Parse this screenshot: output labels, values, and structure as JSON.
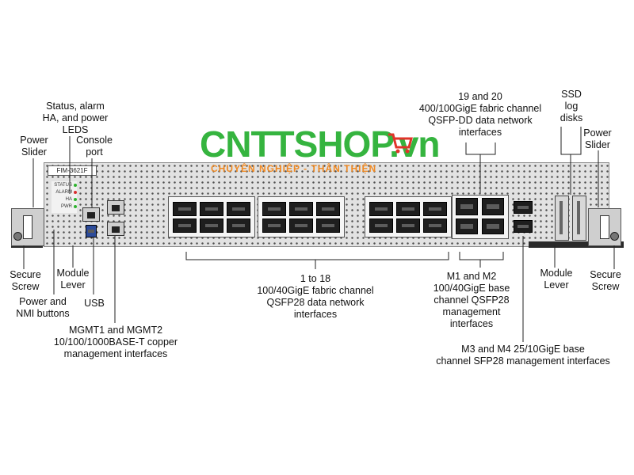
{
  "watermark": {
    "main": "CNTTSHOP.vn",
    "sub": "CHUYÊN NGHIỆP - THÂN THIỆN",
    "main_color": "#35b43f",
    "sub_color": "#f08a24"
  },
  "panel": {
    "model_label": "FIM-3621F"
  },
  "callouts": {
    "status_leds": [
      "Status, alarm",
      "HA, and power",
      "LEDS"
    ],
    "power_slider_left": [
      "Power",
      "Slider"
    ],
    "console_port": [
      "Console",
      "port"
    ],
    "fabric_19_20": [
      "19 and 20",
      "400/100GigE fabric channel",
      "QSFP-DD data network",
      "interfaces"
    ],
    "ssd": [
      "SSD",
      "log",
      "disks"
    ],
    "power_slider_right": [
      "Power",
      "Slider"
    ],
    "secure_screw_left": [
      "Secure",
      "Screw"
    ],
    "module_lever_left": [
      "Module",
      "Lever"
    ],
    "power_nmi": [
      "Power and",
      "NMI buttons"
    ],
    "usb": [
      "USB"
    ],
    "mgmt": [
      "MGMT1 and MGMT2",
      "10/100/1000BASE-T copper",
      "management interfaces"
    ],
    "fabric_1_18": [
      "1 to 18",
      "100/40GigE fabric channel",
      "QSFP28 data network",
      "interfaces"
    ],
    "m1_m2": [
      "M1 and M2",
      "100/40GigE base",
      "channel QSFP28",
      "management",
      "interfaces"
    ],
    "m3_m4": [
      "M3 and M4 25/10GigE base",
      "channel SFP28 management interfaces"
    ],
    "module_lever_right": [
      "Module",
      "Lever"
    ],
    "secure_screw_right": [
      "Secure",
      "Screw"
    ]
  },
  "colors": {
    "led_green": "#2fb32f",
    "led_red": "#d83030",
    "port": "#1e1e1e",
    "chassis": "#e2e2e2"
  }
}
